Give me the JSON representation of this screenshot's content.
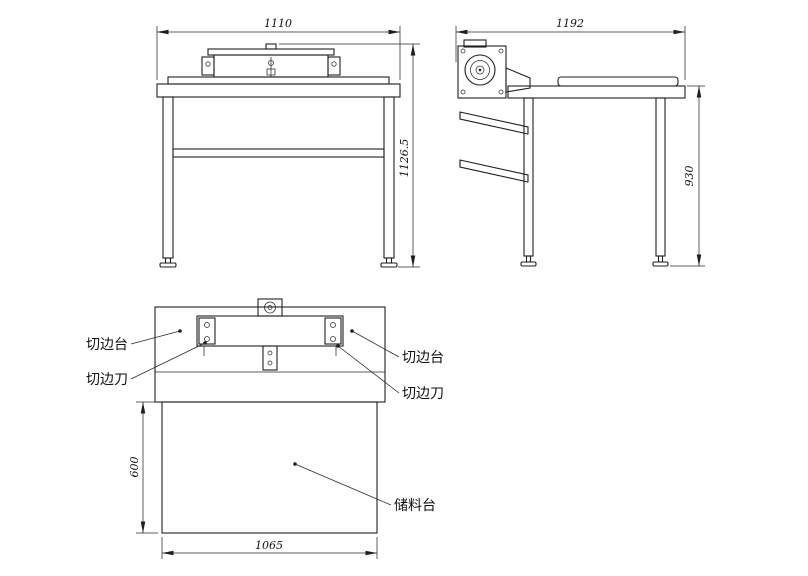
{
  "page": {
    "background": "#ffffff",
    "line_color": "#1f1f1f"
  },
  "front_view": {
    "width_dim": "1110",
    "height_dim": "1126.5"
  },
  "side_view": {
    "width_dim": "1192",
    "height_dim": "930"
  },
  "plan_view": {
    "depth_dim": "600",
    "width_dim": "1065",
    "label_trim_table_left": "切边台",
    "label_trim_knife_left": "切边刀",
    "label_trim_table_right": "切边台",
    "label_trim_knife_right": "切边刀",
    "label_storage_table": "储料台"
  }
}
